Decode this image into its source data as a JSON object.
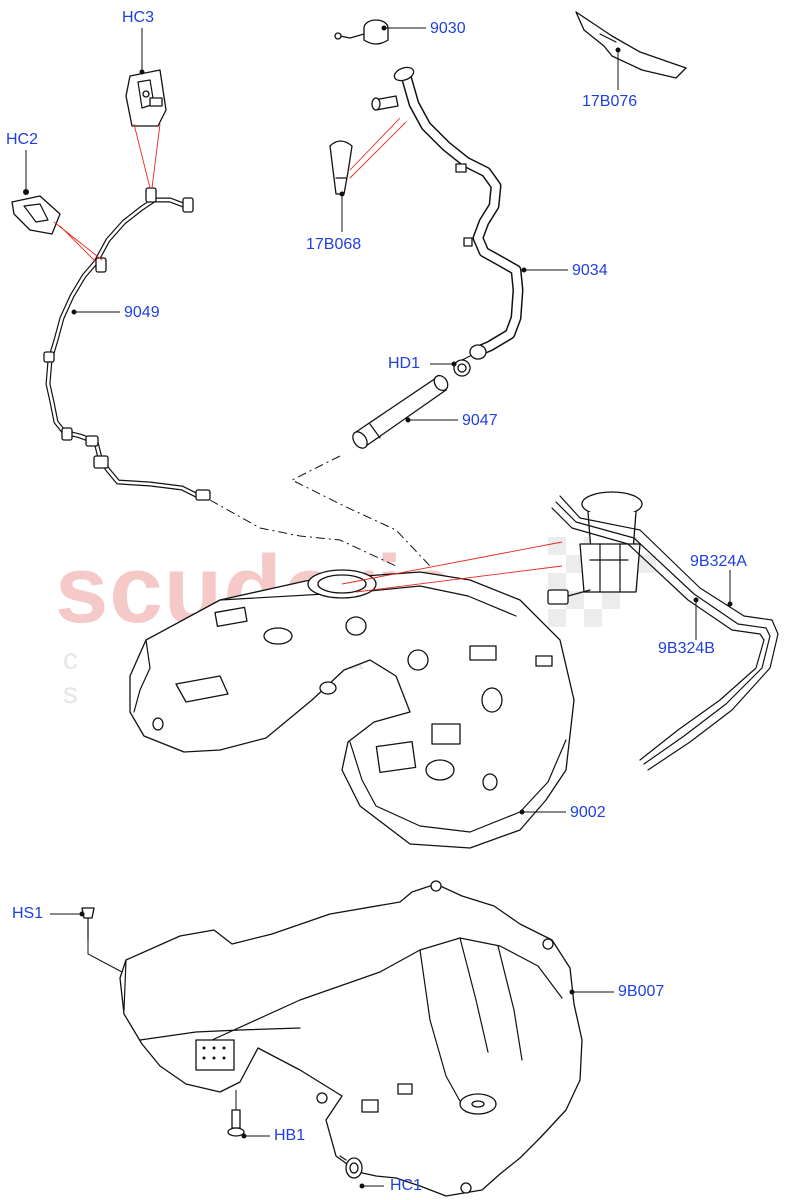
{
  "watermark": {
    "main": "scuderia",
    "sub": "c a r   p a r t s"
  },
  "callouts": {
    "hc3": "HC3",
    "hc2": "HC2",
    "p9049": "9049",
    "p9030": "9030",
    "p17b068": "17B068",
    "p17b076": "17B076",
    "p9034": "9034",
    "hd1": "HD1",
    "p9047": "9047",
    "p9b324a": "9B324A",
    "p9b324b": "9B324B",
    "p9002": "9002",
    "hs1": "HS1",
    "p9b007": "9B007",
    "hb1": "HB1",
    "hc1": "HC1"
  },
  "colors": {
    "callout": "#1f3fe0",
    "watermark": "#f6c9c9",
    "highlight": "#e8261c"
  }
}
